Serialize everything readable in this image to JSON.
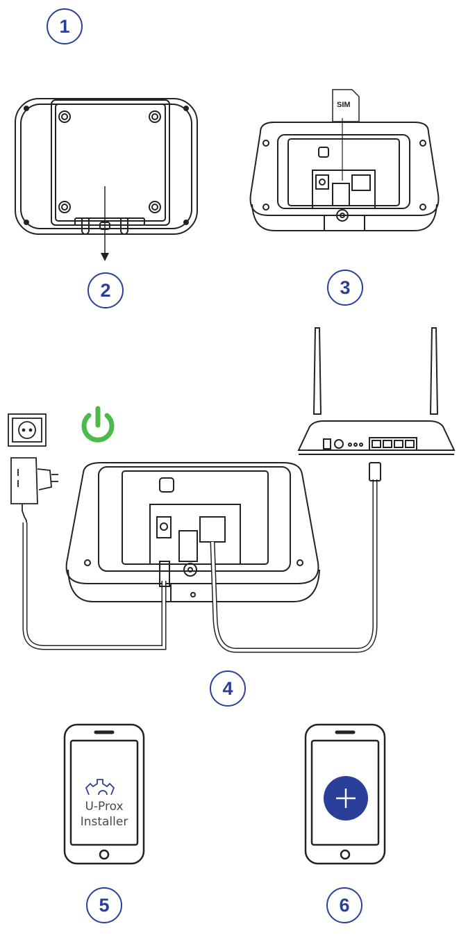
{
  "steps": [
    "1",
    "2",
    "3",
    "4",
    "5",
    "6"
  ],
  "sim_label": "SIM",
  "app": {
    "name_line1": "U-Prox",
    "name_line2": "Installer"
  },
  "icons": {
    "power": "power-icon",
    "plus": "plus-icon",
    "gear": "gear-icon"
  },
  "colors": {
    "step": "#2a3f9a",
    "power": "#4cba4a",
    "plus_button": "#2a3f9a",
    "line": "#222222"
  }
}
